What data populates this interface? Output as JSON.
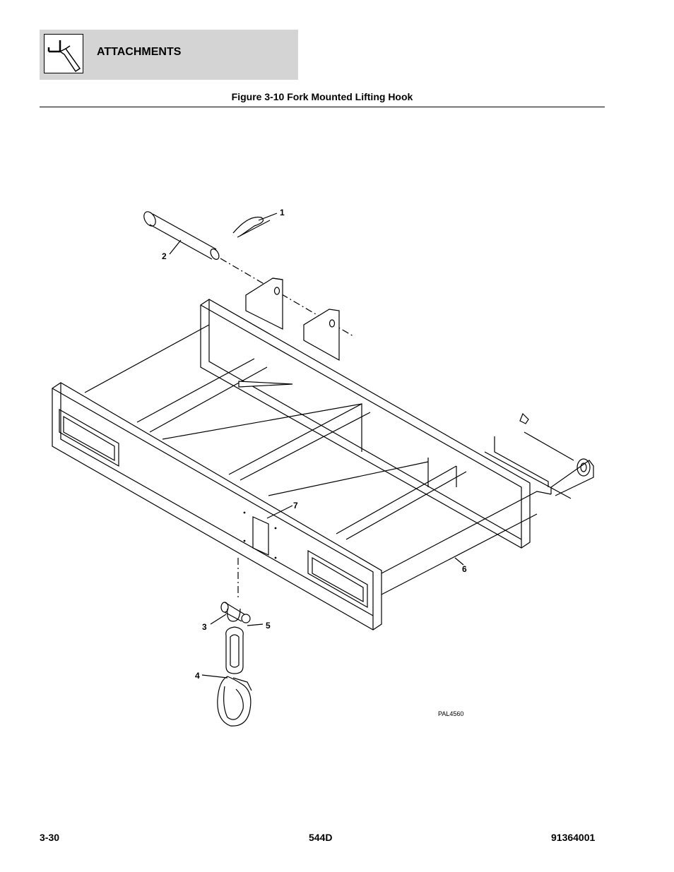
{
  "header": {
    "section_title": "ATTACHMENTS",
    "icon": "hook-tool-icon"
  },
  "figure": {
    "title": "Figure 3-10 Fork Mounted Lifting Hook",
    "callouts": [
      "1",
      "2",
      "3",
      "4",
      "5",
      "6",
      "7"
    ],
    "drawing_id": "PAL4560"
  },
  "footer": {
    "page_number": "3-30",
    "model": "544D",
    "document_number": "91364001"
  }
}
